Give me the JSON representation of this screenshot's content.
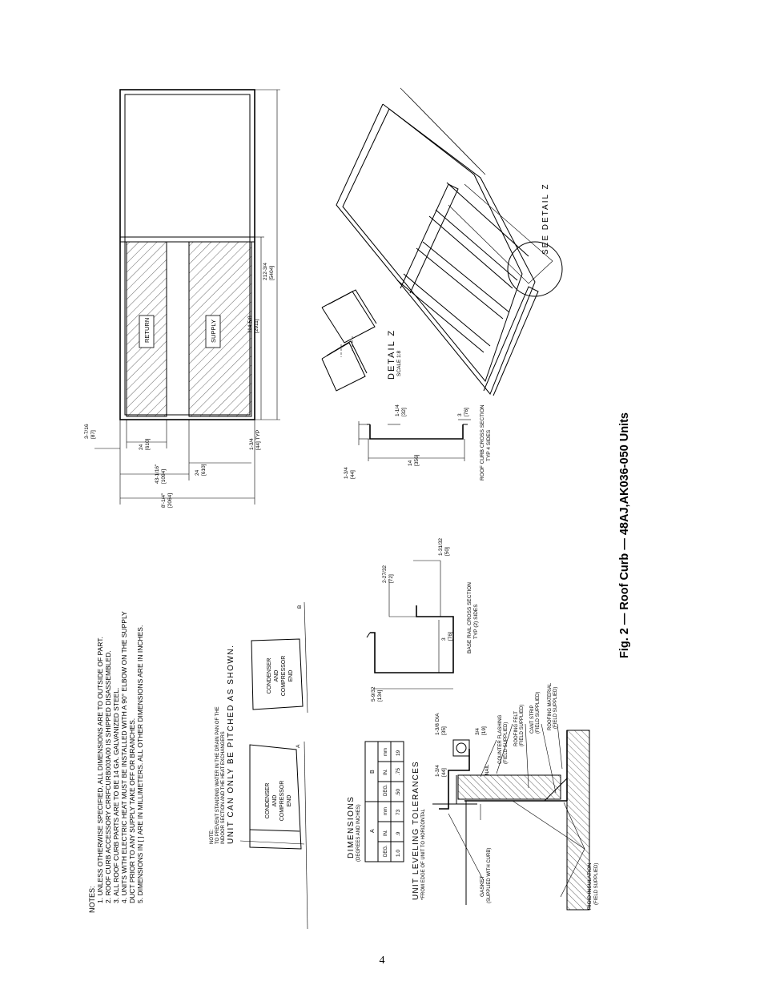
{
  "caption": "Fig. 2 — Roof Curb — 48AJ,AK036-050 Units",
  "page_number": "4",
  "notes": {
    "heading": "NOTES:",
    "items": [
      "1.  UNLESS OTHERWISE SPECIFIED, ALL DIMENSIONS ARE TO OUTSIDE OF PART.",
      "2.  ROOF CURB ACCESSORY CRRFCURB003A00 IS SHIPPED DISASSEMBLED.",
      "3.  ALL ROOF CURB PARTS ARE TO BE 14 GA. GALVANIZED STEEL.",
      "4.  UNITS WITH ELECTRIC HEAT MUST BE INSTALLED WITH A 90° ELBOW ON THE SUPPLY",
      "     DUCT PRIOR TO ANY SUPPLY TAKE OFF OR BRANCHES.",
      "5.  DIMENSIONS IN [ ] ARE IN MILLIMETERS. ALL OTHER DIMENSIONS ARE IN INCHES."
    ]
  },
  "plan_view": {
    "return_label": "RETURN",
    "supply_label": "SUPPLY",
    "dims": {
      "overall_width": "8'-1/4\"",
      "overall_width_mm": "[2064]",
      "return_offset": "43-1/16\"",
      "return_offset_mm": "[1094]",
      "opening_a": "24",
      "opening_a_mm": "[610]",
      "opening_b": "24",
      "opening_b_mm": "[610]",
      "top_offset": "3-7/16",
      "top_offset_mm": "[87]",
      "flange": "1-3/4",
      "flange_mm": "[44] TYP",
      "mid_length": "114-5/8",
      "mid_length_mm": "[2911]",
      "overall_length": "212-3/4",
      "overall_length_mm": "[5404]"
    }
  },
  "leveling": {
    "title": "UNIT LEVELING TOLERANCES",
    "subtitle": "*FROM EDGE OF UNIT TO HORIZONTAL",
    "dims_title": "DIMENSIONS",
    "dims_subtitle": "(DEGREES AND INCHES)",
    "col_a": "A",
    "col_b": "B",
    "headers": [
      "DEG.",
      "IN.",
      "mm",
      "DEG.",
      "IN.",
      "mm"
    ],
    "values": [
      "1.0",
      ".9",
      "73",
      ".50",
      ".75",
      "19"
    ],
    "note_label": "NOTE:",
    "note_lines": [
      "TO PREVENT STANDING WATER IN THE DRAIN PAN OF THE",
      "INDOOR SECTION AND THE HEAT EXCHANGERS"
    ],
    "note_emph": "UNIT CAN ONLY BE PITCHED AS SHOWN.",
    "unit_label": [
      "CONDENSER",
      "AND",
      "COMPRESSOR",
      "END"
    ],
    "label_a": "A",
    "label_b": "B"
  },
  "base_rail": {
    "title": "BASE RAIL CROSS SECTION",
    "subtitle": "TYP (2) SIDES",
    "d1": "2-27/32",
    "d1_mm": "[72]",
    "d2": "1-31/32",
    "d2_mm": "[50]",
    "d3": "5-9/32",
    "d3_mm": "[134]",
    "d4": "3",
    "d4_mm": "[76]"
  },
  "curb_section": {
    "title": "ROOF CURB CROSS SECTION",
    "subtitle": "TYP 4 SIDES",
    "d1": "1-3/4",
    "d1_mm": "[44]",
    "d2": "1-1/4",
    "d2_mm": "[32]",
    "d3": "14",
    "d3_mm": "[356]",
    "d4": "3",
    "d4_mm": "[76]"
  },
  "detail_z": {
    "title": "DETAIL  Z",
    "scale": "SCALE 1:8",
    "see": "SEE DETAIL  Z"
  },
  "flashing": {
    "pipe_dia": "1-3/8 DIA",
    "pipe_dia_mm": "[35]",
    "d2": "3/4",
    "d2_mm": "[19]",
    "d3": "1-3/4",
    "d3_mm": "[44]",
    "labels": [
      "COUNTER FLASHING",
      "(FIELD SUPPLIED)",
      "ROOFING FELT",
      "(FIELD SUPPLIED)",
      "CANT STRIP",
      "(FIELD SUPPLIED)",
      "ROOFING MATERIAL",
      "(FIELD SUPPLIED)"
    ],
    "nail": "NAIL",
    "gasket": "GASKET",
    "gasket_sub": "(SUPPLIED WITH CURB)",
    "insulation": "RIGID INSULATION",
    "insulation_sub": "(FIELD SUPPLIED)"
  }
}
